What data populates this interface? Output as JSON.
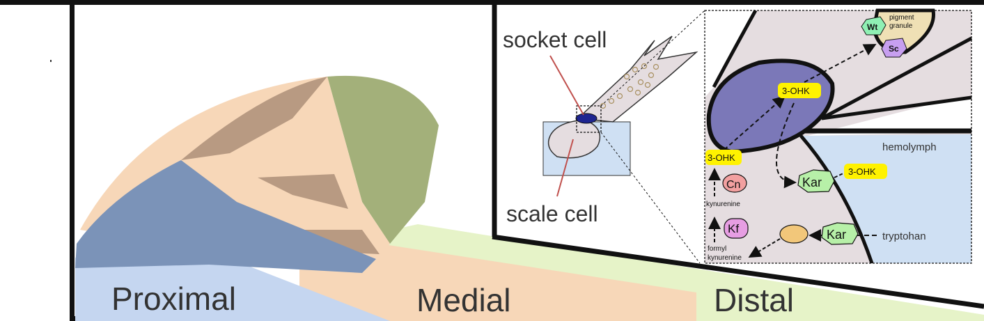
{
  "regions": {
    "proximal": "Proximal",
    "medial": "Medial",
    "distal": "Distal"
  },
  "inset": {
    "socket_cell": "socket cell",
    "scale_cell": "scale cell"
  },
  "zoom": {
    "hemolymph": "hemolymph",
    "pigment_granule_line1": "pigment",
    "pigment_granule_line2": "granule",
    "tryptophan": "tryptohan",
    "kynurenine": "kynurenine",
    "formyl_kynurenine_line1": "formyl",
    "formyl_kynurenine_line2": "kynurenine",
    "ohk_top": "3-OHK",
    "ohk_left": "3-OHK",
    "ohk_right": "3-OHK",
    "enzymes": {
      "wt": "Wt",
      "sc": "Sc",
      "cn": "Cn",
      "kf": "Kf",
      "kar_upper": "Kar",
      "kar_lower": "Kar"
    }
  },
  "colors": {
    "proximal": "#7b93b8",
    "proximal_light": "#c5d6f0",
    "medial": "#f7d7b8",
    "medial_dark": "#b89a82",
    "distal": "#a3b07a",
    "distal_light": "#e6f3c8",
    "hemolymph": "#cfe0f3",
    "socket_cell": "#7b78b8",
    "scale_cell": "#e5dde0",
    "highlight": "#fff200"
  }
}
